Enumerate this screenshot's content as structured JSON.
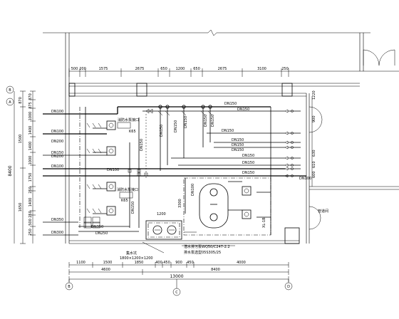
{
  "top_dims": [
    "500",
    "200",
    "1575",
    "2675",
    "650",
    "1200",
    "650",
    "2675",
    "3100",
    "250"
  ],
  "bottom_dims_row1": [
    "1100",
    "1500",
    "1850",
    "400",
    "450",
    "900",
    "450",
    "4000"
  ],
  "bottom_dims_row2": [
    "4600",
    "8400"
  ],
  "bottom_total": "13000",
  "left_dims_row1": [
    "870",
    "875",
    "1000",
    "1400",
    "1400",
    "1000",
    "1750",
    "250",
    "1400",
    "250",
    "500",
    "250"
  ],
  "left_dims_row2": [
    "870",
    "1500",
    "1650"
  ],
  "left_total": "8400",
  "left_pipe_labels": [
    "DN100",
    "DN100",
    "DN200",
    "DN150",
    "DN200",
    "DN100",
    "DN350",
    "DN300"
  ],
  "pipe_labels_top": [
    "DN150",
    "DN150",
    "DN150"
  ],
  "pipe_labels_vertical": [
    "DN150",
    "DN150",
    "DN150",
    "DN150",
    "DN150"
  ],
  "pipe_labels_right": [
    "DN150",
    "DN150",
    "DN150",
    "DN150",
    "DN150",
    "DN150",
    "DN100"
  ],
  "pipe_labels_misc": [
    "DN150",
    "DN150",
    "DN350",
    "DN250",
    "DN100"
  ],
  "right_dims": [
    "1220",
    "900",
    "630",
    "610",
    "600"
  ],
  "valve_labels": [
    "K65",
    "K65"
  ],
  "box_labels": [
    "消防水泵接口",
    "消防水泵接口"
  ],
  "tank_labels": [
    "1200",
    "3300",
    "DN100"
  ],
  "small_labels": [
    "XL-1B",
    "管道间"
  ],
  "pit_label": "1800×1200×1200",
  "pit_caption": "集水坑",
  "pump_note_line1": "潜水排污泵WQ50/C247-2.2",
  "pump_note_line2": "排水泵选型05S305/25",
  "axis_bubbles_left": [
    "B",
    "A"
  ],
  "axis_bubbles_bottom": [
    "B",
    "C",
    "D"
  ]
}
